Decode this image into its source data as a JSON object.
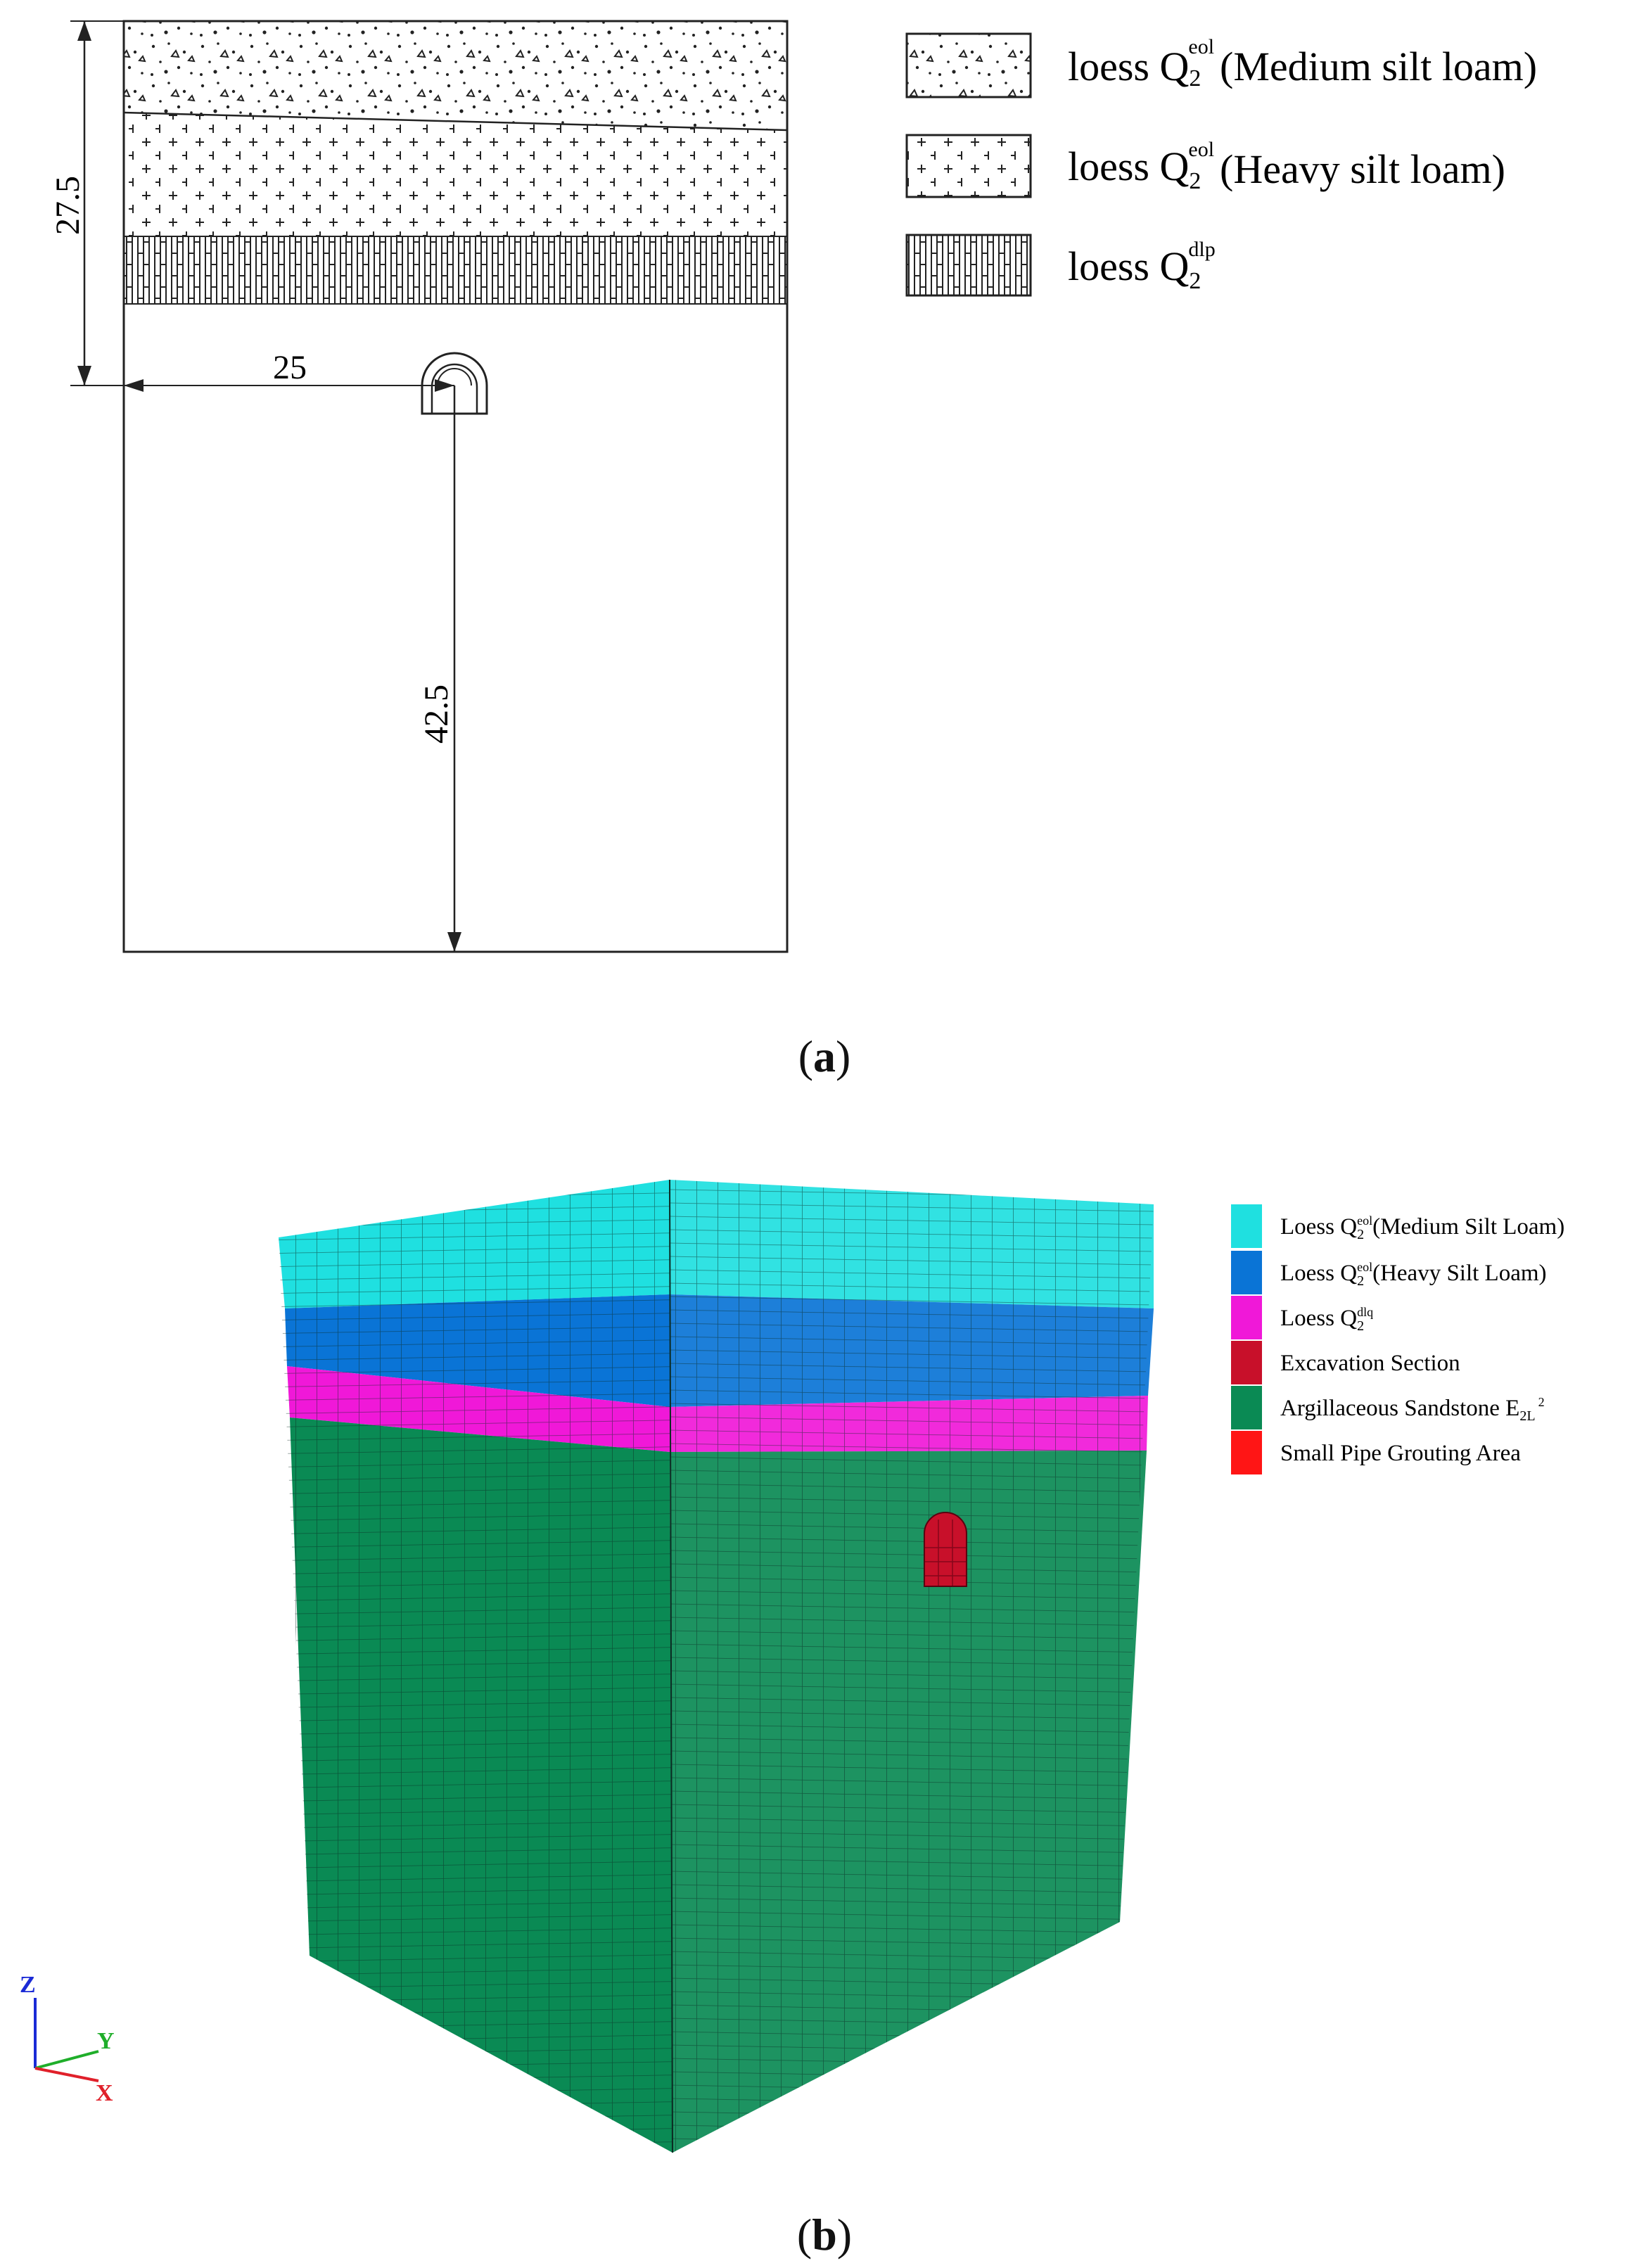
{
  "panel_a": {
    "dimensions": {
      "top_depth": "27.5",
      "half_width": "25",
      "bottom_depth": "42.5"
    },
    "legend": [
      {
        "prefix": "loess Q",
        "sub": "2",
        "sup": "eol",
        "suffix": "(Medium silt loam)",
        "pattern": "dots"
      },
      {
        "prefix": "loess Q",
        "sub": "2",
        "sup": "eol",
        "suffix": "(Heavy silt loam)",
        "pattern": "crosses"
      },
      {
        "prefix": "loess Q",
        "sub": "2",
        "sup": "dlp",
        "suffix": "",
        "pattern": "vertical-hatch"
      }
    ],
    "caption_letter": "a"
  },
  "panel_b": {
    "colors": {
      "medium_silt": "#1fe0e0",
      "heavy_silt": "#0a74d6",
      "dlq": "#f018d8",
      "excavation": "#c8102a",
      "sandstone": "#0a8a54",
      "grouting": "#ff1515"
    },
    "legend": [
      {
        "prefix": "Loess Q",
        "sub": "2",
        "sup": "eol",
        "suffix": "(Medium Silt Loam)",
        "color": "#1fe0e0"
      },
      {
        "prefix": "Loess Q",
        "sub": "2",
        "sup": "eol",
        "suffix": "(Heavy Silt Loam)",
        "color": "#0a74d6"
      },
      {
        "prefix": "Loess Q",
        "sub": "2",
        "sup": "dlq",
        "suffix": "",
        "color": "#f018d8"
      },
      {
        "prefix": "Excavation Section",
        "sub": "",
        "sup": "",
        "suffix": "",
        "color": "#c8102a"
      },
      {
        "prefix": "Argillaceous Sandstone E",
        "sub": "2L",
        "sup": "2",
        "suffix": "",
        "color": "#0a8a54"
      },
      {
        "prefix": "Small Pipe Grouting Area",
        "sub": "",
        "sup": "",
        "suffix": "",
        "color": "#ff1515"
      }
    ],
    "axes": {
      "z": "Z",
      "y": "Y",
      "x": "X"
    },
    "caption_letter": "b"
  }
}
